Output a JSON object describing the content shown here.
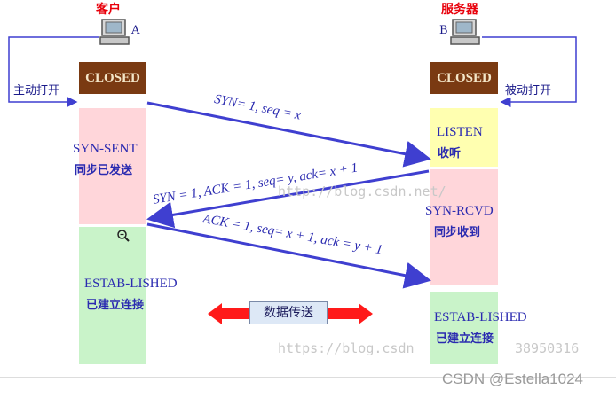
{
  "client": {
    "title": "客户",
    "tag": "A",
    "closed": "CLOSED",
    "open_label": "主动打开",
    "states": [
      {
        "en": "SYN-SENT",
        "cn": "同步已发送"
      },
      {
        "en": "ESTAB-LISHED",
        "cn": "已建立连接"
      }
    ]
  },
  "server": {
    "title": "服务器",
    "tag": "B",
    "closed": "CLOSED",
    "open_label": "被动打开",
    "states": [
      {
        "en": "LISTEN",
        "cn": "收听"
      },
      {
        "en": "SYN-RCVD",
        "cn": "同步收到"
      },
      {
        "en": "ESTAB-LISHED",
        "cn": "已建立连接"
      }
    ]
  },
  "messages": [
    "SYN= 1, seq = x",
    "SYN = 1, ACK = 1, seq= y, ack= x + 1",
    "ACK = 1, seq= x + 1, ack = y + 1"
  ],
  "data_transfer": "数据传送",
  "watermarks": [
    "http://blog.csdn.net/",
    "https://blog.csdn",
    "38950316"
  ],
  "credit": "CSDN @Estella1024",
  "colors": {
    "closed": "#7a3a12",
    "syn_sent": "#ffd6da",
    "established": "#c9f3c9",
    "listen": "#ffffb0",
    "arrow": "#3f3fd0",
    "transfer_arrow": "#ff1a1a"
  }
}
